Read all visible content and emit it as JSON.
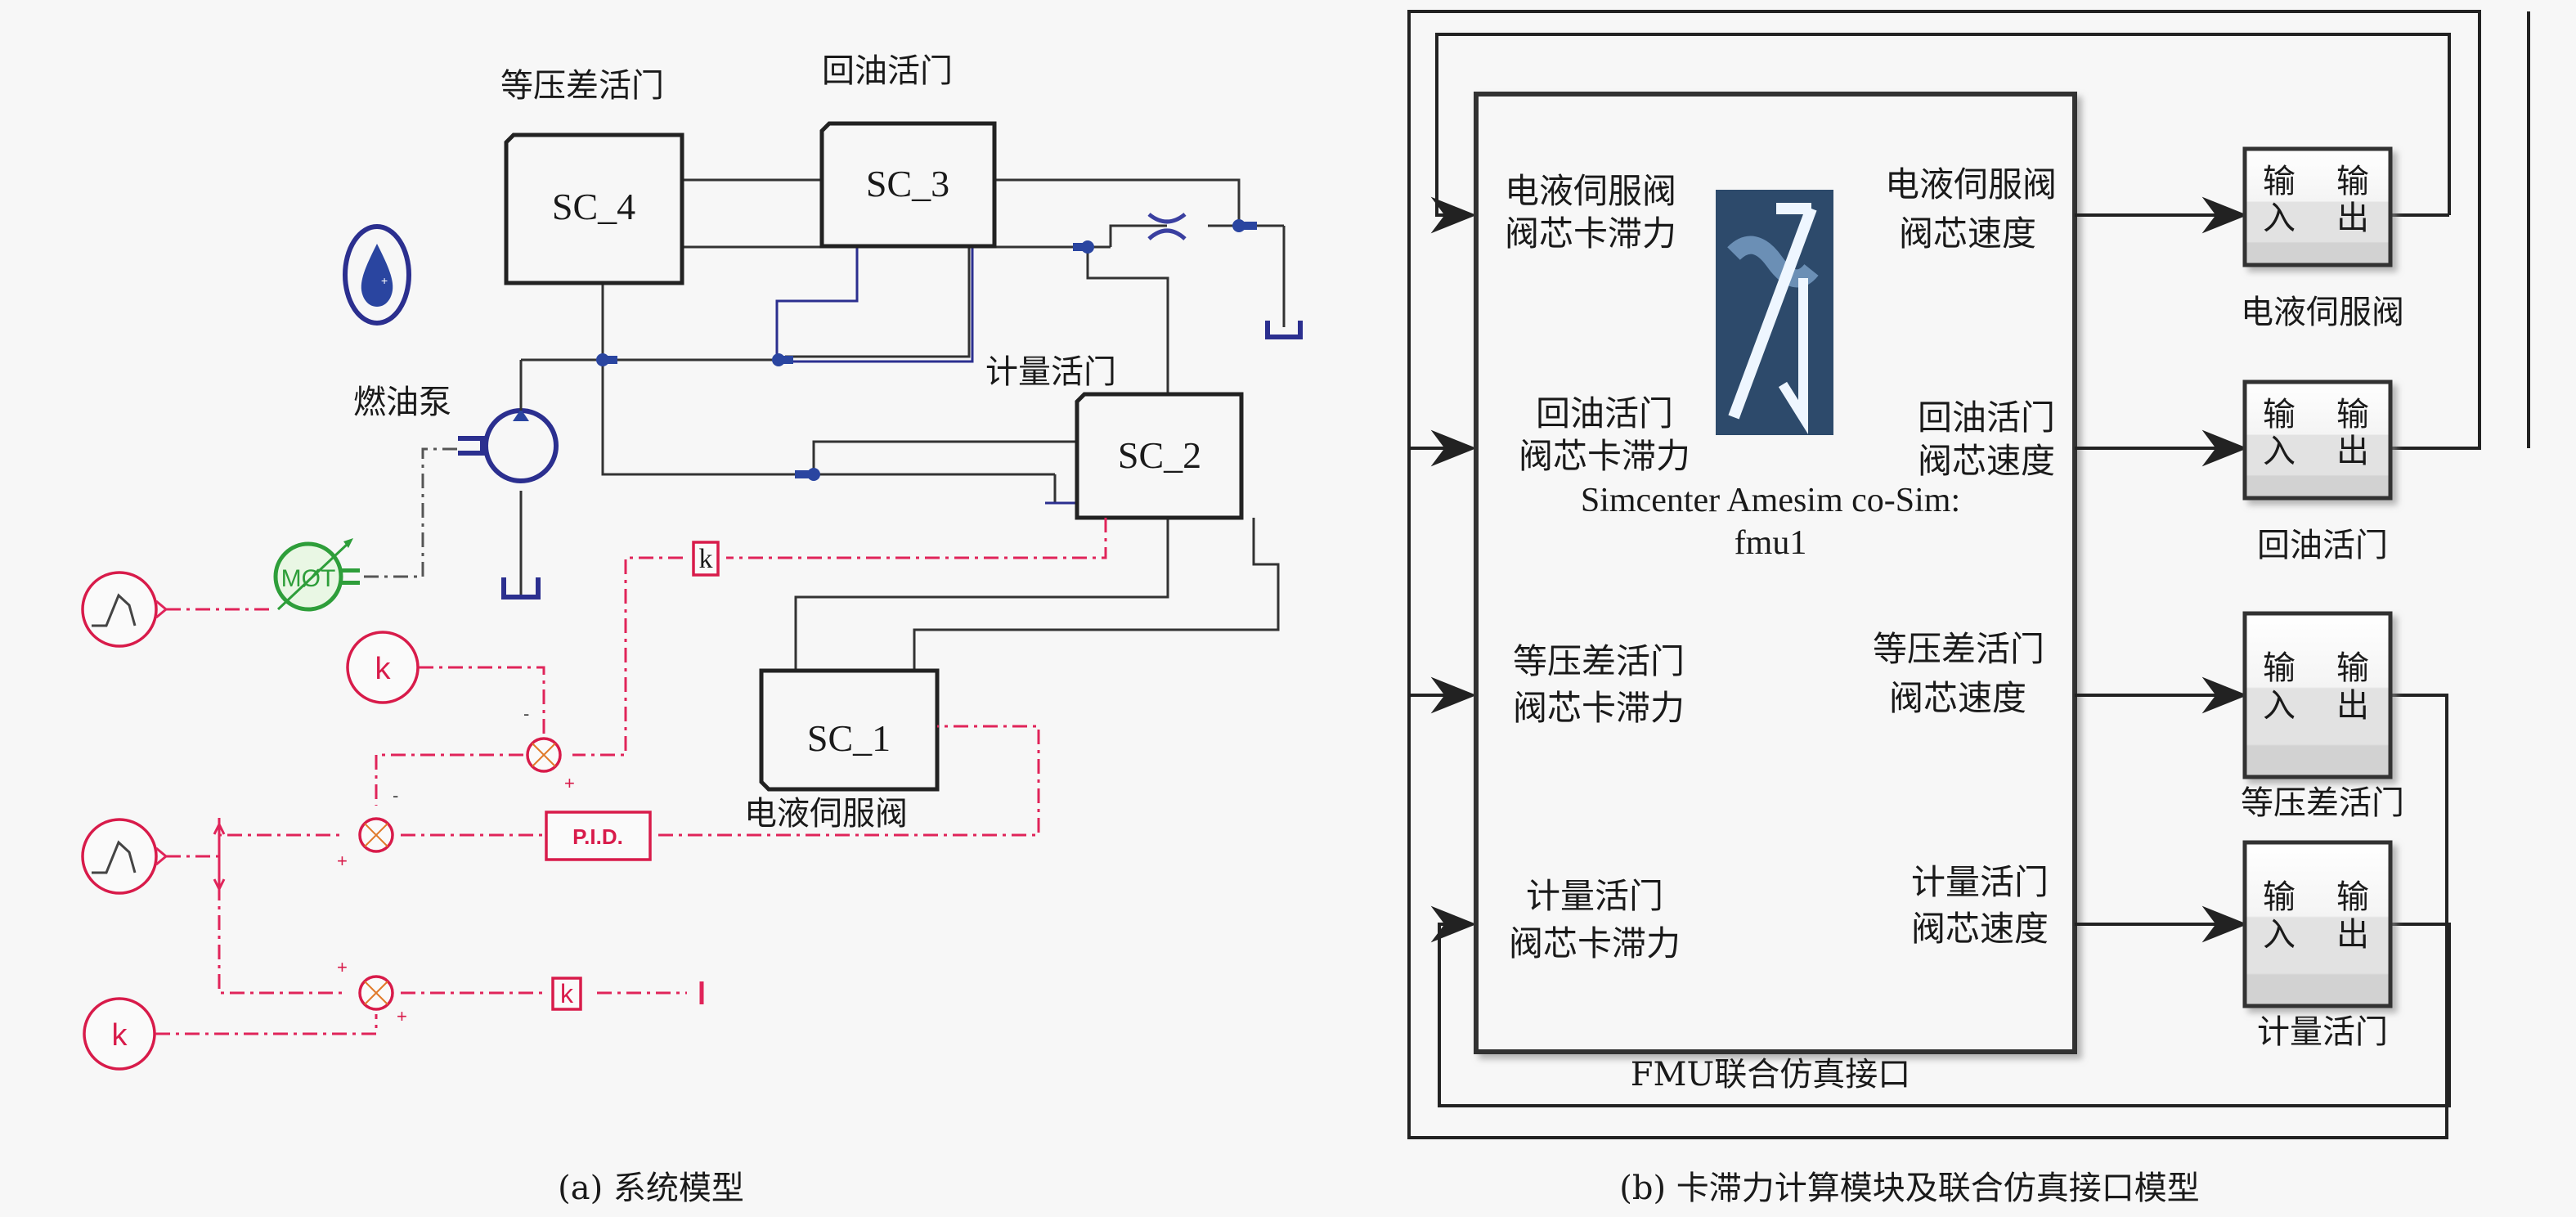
{
  "panel_a": {
    "caption": "(a) 系统模型",
    "components": {
      "sc4": {
        "id": "SC_4",
        "label": "等压差活门"
      },
      "sc3": {
        "id": "SC_3",
        "label": "回油活门"
      },
      "sc2": {
        "id": "SC_2",
        "label": "计量活门"
      },
      "sc1": {
        "id": "SC_1",
        "label": "电液伺服阀"
      },
      "pump": {
        "label": "燃油泵"
      },
      "motor": {
        "text": "MØT"
      },
      "pid": {
        "text": "P.I.D."
      },
      "gain_k": "k",
      "sum_plus": "+",
      "sum_minus": "-"
    },
    "colors": {
      "hydraulic": "#2b2f8f",
      "signal": "#e0245a",
      "motor": "#2e9e3a",
      "fluid": "#2a45a0"
    }
  },
  "panel_b": {
    "caption": "(b) 卡滞力计算模块及联合仿真接口模型",
    "fmu": {
      "title_line1": "Simcenter Amesim co-Sim:",
      "title_line2": "fmu1",
      "caption": "FMU联合仿真接口",
      "inputs": [
        {
          "line1": "电液伺服阀",
          "line2": "阀芯卡滞力"
        },
        {
          "line1": "回油活门",
          "line2": "阀芯卡滞力"
        },
        {
          "line1": "等压差活门",
          "line2": "阀芯卡滞力"
        },
        {
          "line1": "计量活门",
          "line2": "阀芯卡滞力"
        }
      ],
      "outputs": [
        {
          "line1": "电液伺服阀",
          "line2": "阀芯速度"
        },
        {
          "line1": "回油活门",
          "line2": "阀芯速度"
        },
        {
          "line1": "等压差活门",
          "line2": "阀芯速度"
        },
        {
          "line1": "计量活门",
          "line2": "阀芯速度"
        }
      ],
      "logo_color": "#2d4a6b"
    },
    "subsystems": [
      {
        "in_top": "输",
        "in_bottom": "入",
        "out_top": "输",
        "out_bottom": "出",
        "label": "电液伺服阀"
      },
      {
        "in_top": "输",
        "in_bottom": "入",
        "out_top": "输",
        "out_bottom": "出",
        "label": "回油活门"
      },
      {
        "in_top": "输",
        "in_bottom": "入",
        "out_top": "输",
        "out_bottom": "出",
        "label": "等压差活门"
      },
      {
        "in_top": "输",
        "in_bottom": "入",
        "out_top": "输",
        "out_bottom": "出",
        "label": "计量活门"
      }
    ]
  }
}
